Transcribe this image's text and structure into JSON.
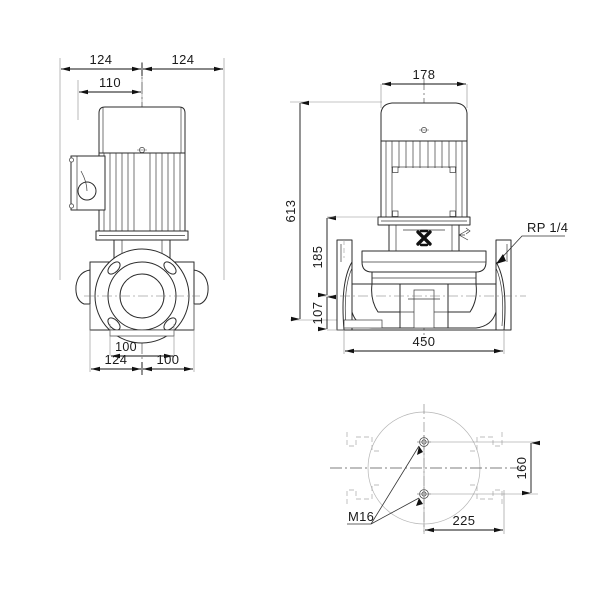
{
  "drawing": {
    "title": "Inline pump dimensional drawing",
    "units": "mm",
    "background_color": "#ffffff",
    "line_color": "#2b2b2b"
  },
  "views": {
    "front": {
      "name": "front-elevation-view",
      "dimensions": {
        "top_left": "124",
        "top_right": "124",
        "motor_width": "110",
        "flange_offset": "100",
        "base_left": "124",
        "base_right": "100"
      }
    },
    "side": {
      "name": "side-elevation-view",
      "dimensions": {
        "motor_width": "178",
        "total_height": "613",
        "upper_height": "185",
        "lower_height": "107",
        "overall_length": "450"
      },
      "callout": "RP 1/4"
    },
    "bottom": {
      "name": "bottom-base-view",
      "dimensions": {
        "bolt_spacing_vertical": "160",
        "bolt_spacing_horizontal": "225"
      },
      "callout": "M16"
    }
  },
  "labels": {
    "d124a": "124",
    "d124b": "124",
    "d110": "110",
    "d100a": "100",
    "d124c": "124",
    "d100b": "100",
    "d178": "178",
    "d613": "613",
    "d185": "185",
    "d107": "107",
    "d450": "450",
    "rp14": "RP 1/4",
    "m16": "M16",
    "d160": "160",
    "d225": "225"
  }
}
